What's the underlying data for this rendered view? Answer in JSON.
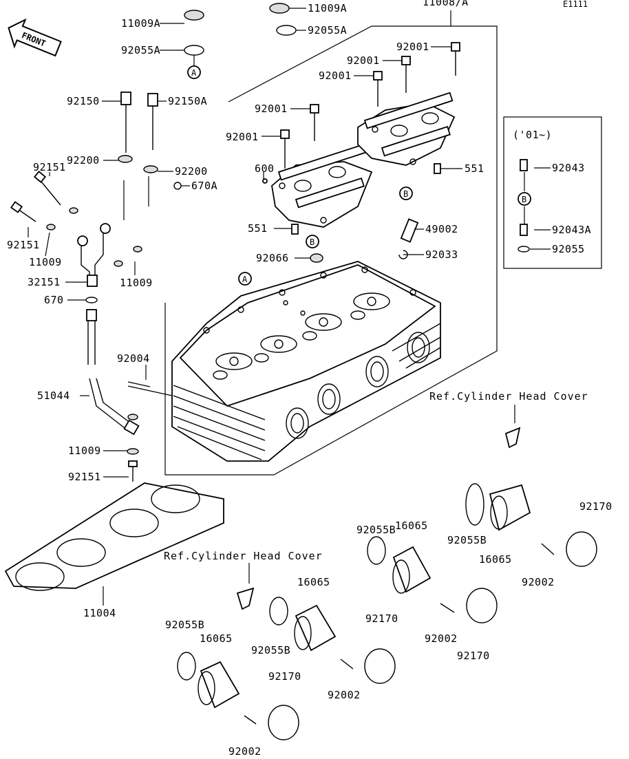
{
  "diagram": {
    "code": "E1111",
    "front_label": "FRONT",
    "ref_cylinder_head_cover": "Ref.Cylinder Head Cover",
    "variant_box_label": "('01~)",
    "markers": {
      "A": "A",
      "B": "B"
    },
    "parts": {
      "p11008": "11008/A",
      "p11009A_1": "11009A",
      "p11009A_2": "11009A",
      "p92055A_1": "92055A",
      "p92055A_2": "92055A",
      "p92150": "92150",
      "p92150A": "92150A",
      "p92200_1": "92200",
      "p92200_2": "92200",
      "p670A": "670A",
      "p92151_1": "92151",
      "p92151_2": "92151",
      "p92151_3": "92151",
      "p11009_1": "11009",
      "p11009_2": "11009",
      "p11009_3": "11009",
      "p32151": "32151",
      "p670": "670",
      "p92004": "92004",
      "p51044": "51044",
      "p92001_1": "92001",
      "p92001_2": "92001",
      "p92001_3": "92001",
      "p92001_4": "92001",
      "p92001_5": "92001",
      "p600": "600",
      "p551_1": "551",
      "p551_2": "551",
      "p49002": "49002",
      "p92066": "92066",
      "p92033": "92033",
      "p92043": "92043",
      "p92043A": "92043A",
      "p92055": "92055",
      "p11004": "11004",
      "p92055B_1": "92055B",
      "p92055B_2": "92055B",
      "p92055B_3": "92055B",
      "p92055B_4": "92055B",
      "p16065_1": "16065",
      "p16065_2": "16065",
      "p16065_3": "16065",
      "p16065_4": "16065",
      "p92170_1": "92170",
      "p92170_2": "92170",
      "p92170_3": "92170",
      "p92170_4": "92170",
      "p92002_1": "92002",
      "p92002_2": "92002",
      "p92002_3": "92002",
      "p92002_4": "92002"
    }
  }
}
